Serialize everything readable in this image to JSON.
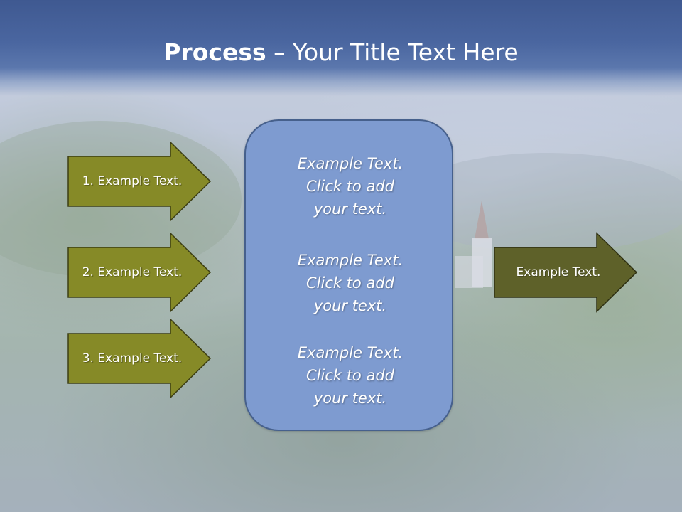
{
  "slide": {
    "title_bold": "Process",
    "title_rest": " – Your Title Text Here"
  },
  "left_arrows": [
    {
      "label": "1. Example Text."
    },
    {
      "label": "2. Example Text."
    },
    {
      "label": "3. Example Text."
    }
  ],
  "center_panel": {
    "blocks": [
      {
        "lines": [
          "Example Text.",
          "Click  to add",
          "your text."
        ]
      },
      {
        "lines": [
          "Example Text.",
          "Click  to add",
          "your text."
        ]
      },
      {
        "lines": [
          "Example Text.",
          "Click  to add",
          "your text."
        ]
      }
    ]
  },
  "output_arrow": {
    "label": "Example Text."
  },
  "colors": {
    "title_bar": "#4a66a0",
    "input_arrow_fill": "#868a27",
    "output_arrow_fill": "#5e6129",
    "panel_fill": "#7e9bd0",
    "panel_border": "#46608c"
  }
}
